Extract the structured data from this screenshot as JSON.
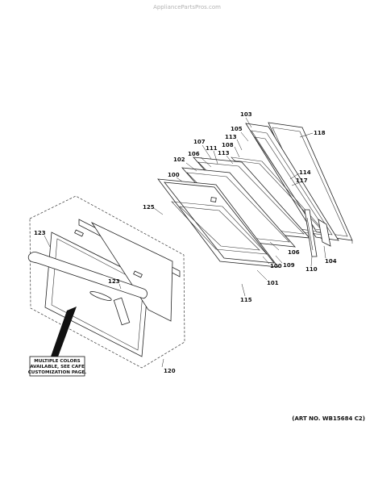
{
  "watermark": "AppliancePartsPros.com",
  "art_number": "(ART NO. WB15684 C2)",
  "note": {
    "lines": [
      "MULTIPLE COLORS",
      "AVAILABLE, SEE CAFE",
      "CUSTOMIZATION PAGE."
    ]
  },
  "callouts": {
    "c103": "103",
    "c105": "105",
    "c113a": "113",
    "c118": "118",
    "c108": "108",
    "c107": "107",
    "c111": "111",
    "c106a": "106",
    "c113b": "113",
    "c102": "102",
    "c100a": "100",
    "c114": "114",
    "c117": "117",
    "c125": "125",
    "c123a": "123",
    "c106b": "106",
    "c104": "104",
    "c100b": "100",
    "c109": "109",
    "c110": "110",
    "c101": "101",
    "c123b": "123",
    "c115": "115",
    "c120": "120"
  }
}
